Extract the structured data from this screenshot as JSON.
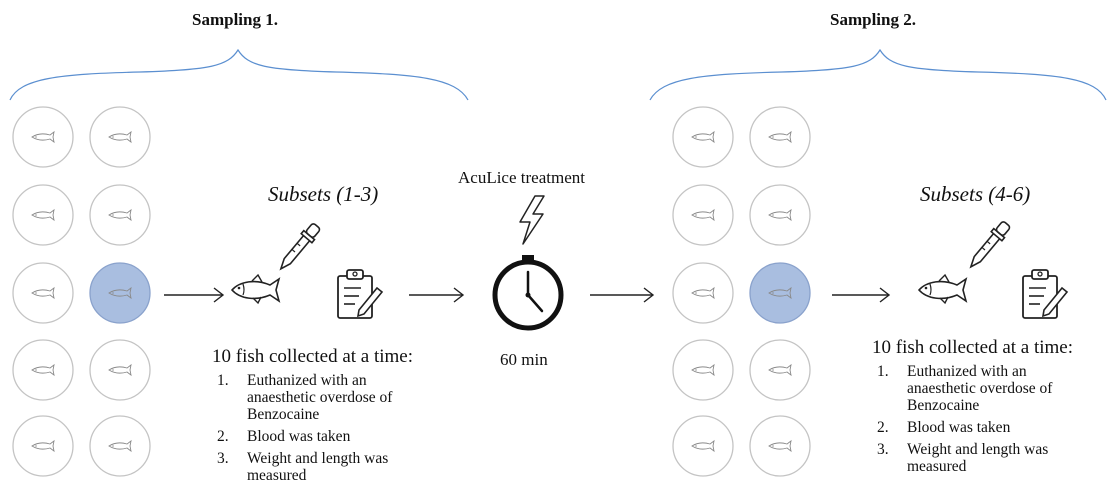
{
  "sampling1": {
    "title": "Sampling 1.",
    "subset_title": "Subsets (1-3)",
    "collected_title": "10 fish collected at a time:",
    "steps": [
      {
        "num": "1.",
        "text": "Euthanized with an anaesthetic overdose of Benzocaine"
      },
      {
        "num": "2.",
        "text": "Blood was taken"
      },
      {
        "num": "3.",
        "text": "Weight and length was measured"
      }
    ]
  },
  "treatment": {
    "label": "AcuLice treatment",
    "duration": "60 min"
  },
  "sampling2": {
    "title": "Sampling 2.",
    "subset_title": "Subsets (4-6)",
    "collected_title": "10 fish collected at a time:",
    "steps": [
      {
        "num": "1.",
        "text": "Euthanized with an anaesthetic overdose of Benzocaine"
      },
      {
        "num": "2.",
        "text": "Blood was taken"
      },
      {
        "num": "3.",
        "text": "Weight and length was measured"
      }
    ]
  },
  "colors": {
    "brace": "#5b8fd0",
    "tank_outline": "#c4c4c4",
    "tank_selected_fill": "#a9bee0",
    "tank_selected_stroke": "#8aa2cc",
    "line": "#222222"
  },
  "icons": [
    "fish-icon",
    "pipette-icon",
    "clipboard-icon",
    "lightning-icon",
    "clock-icon",
    "arrow-icon"
  ]
}
